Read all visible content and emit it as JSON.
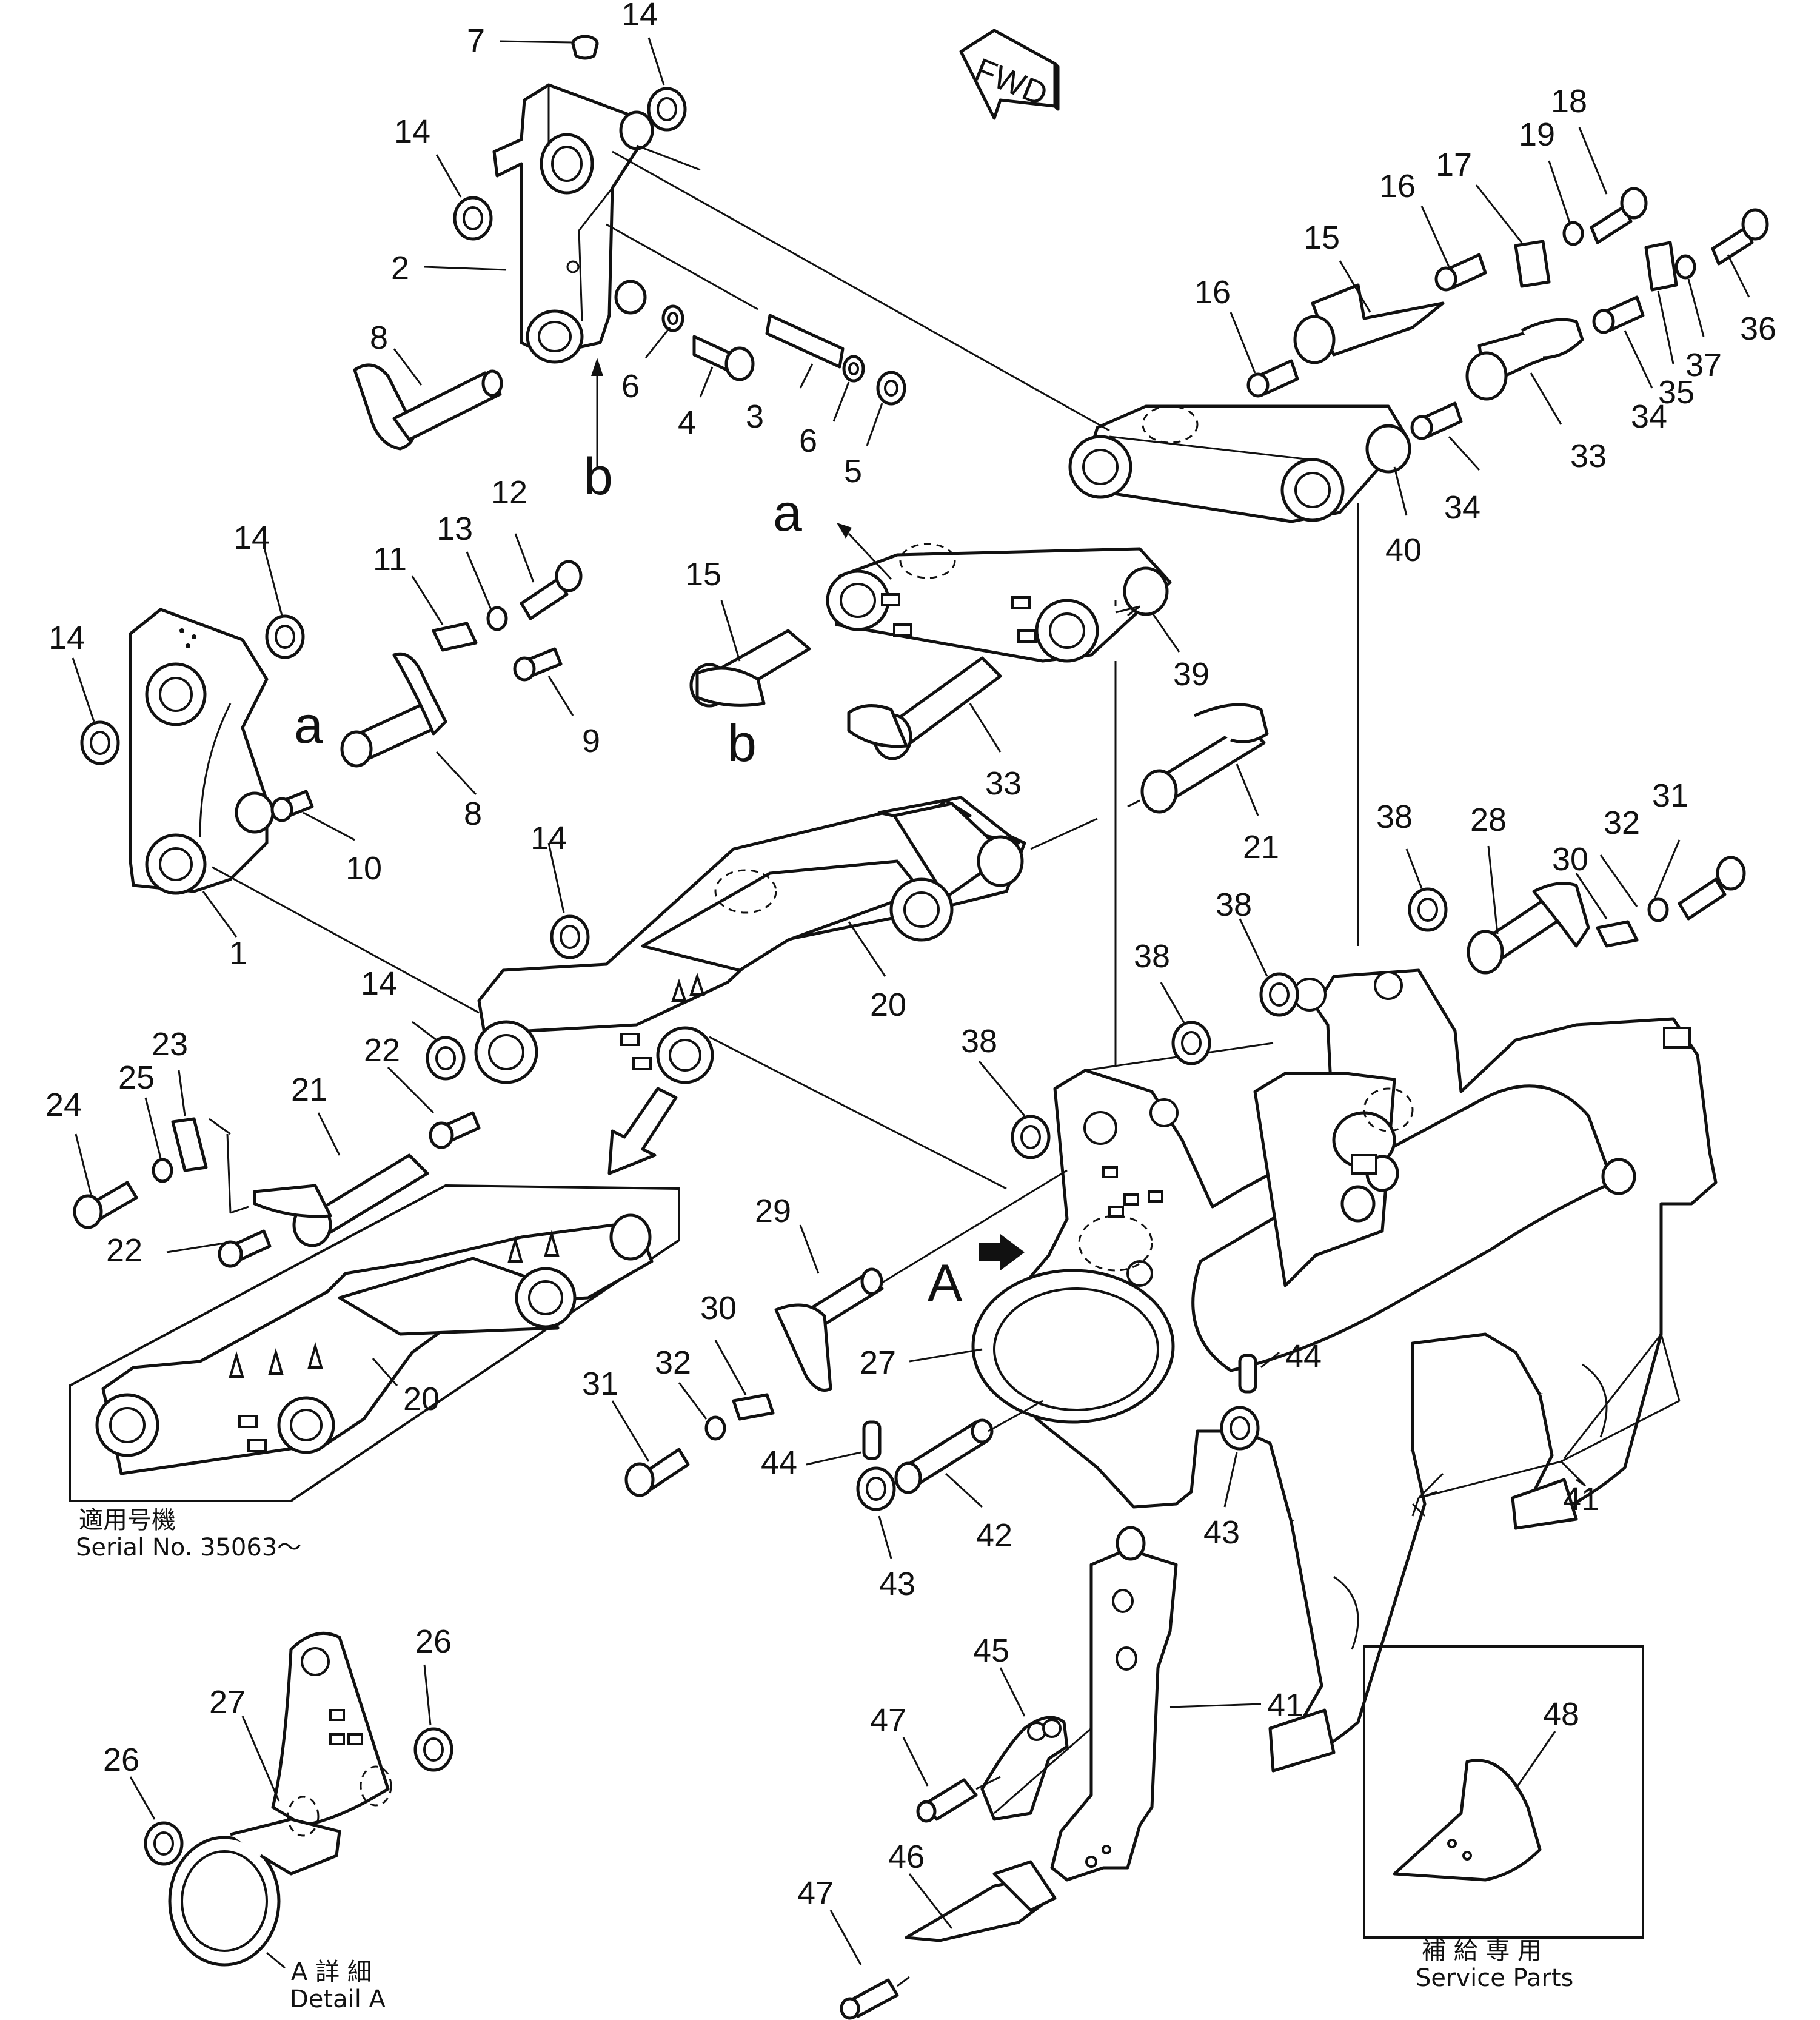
{
  "fwd_label": "FWD",
  "detail_letter": "A",
  "view_letters": {
    "a_upper": "a",
    "a_left": "a",
    "b_upper": "b",
    "b_mid": "b"
  },
  "notes": {
    "serial_jp": "適用号機",
    "serial_en": "Serial  No.  35063～",
    "detail_jp": "A  詳  細",
    "detail_en": "Detail  A",
    "service_jp": "補 給 専 用",
    "service_en": "Service  Parts"
  },
  "callouts": [
    {
      "n": "7"
    },
    {
      "n": "14"
    },
    {
      "n": "14"
    },
    {
      "n": "2"
    },
    {
      "n": "8"
    },
    {
      "n": "6"
    },
    {
      "n": "4"
    },
    {
      "n": "3"
    },
    {
      "n": "6"
    },
    {
      "n": "5"
    },
    {
      "n": "b"
    },
    {
      "n": "18"
    },
    {
      "n": "19"
    },
    {
      "n": "16"
    },
    {
      "n": "17"
    },
    {
      "n": "15"
    },
    {
      "n": "16"
    },
    {
      "n": "36"
    },
    {
      "n": "37"
    },
    {
      "n": "35"
    },
    {
      "n": "34"
    },
    {
      "n": "33"
    },
    {
      "n": "34"
    },
    {
      "n": "40"
    },
    {
      "n": "14"
    },
    {
      "n": "14"
    },
    {
      "n": "11"
    },
    {
      "n": "13"
    },
    {
      "n": "12"
    },
    {
      "n": "9"
    },
    {
      "n": "8"
    },
    {
      "n": "10"
    },
    {
      "n": "1"
    },
    {
      "n": "15"
    },
    {
      "n": "39"
    },
    {
      "n": "33"
    },
    {
      "n": "21"
    },
    {
      "n": "14"
    },
    {
      "n": "14"
    },
    {
      "n": "22"
    },
    {
      "n": "20"
    },
    {
      "n": "23"
    },
    {
      "n": "25"
    },
    {
      "n": "24"
    },
    {
      "n": "21"
    },
    {
      "n": "22"
    },
    {
      "n": "20"
    },
    {
      "n": "38"
    },
    {
      "n": "28"
    },
    {
      "n": "32"
    },
    {
      "n": "31"
    },
    {
      "n": "30"
    },
    {
      "n": "38"
    },
    {
      "n": "38"
    },
    {
      "n": "38"
    },
    {
      "n": "29"
    },
    {
      "n": "27"
    },
    {
      "n": "30"
    },
    {
      "n": "32"
    },
    {
      "n": "31"
    },
    {
      "n": "44"
    },
    {
      "n": "43"
    },
    {
      "n": "42"
    },
    {
      "n": "44"
    },
    {
      "n": "43"
    },
    {
      "n": "41"
    },
    {
      "n": "26"
    },
    {
      "n": "27"
    },
    {
      "n": "26"
    },
    {
      "n": "45"
    },
    {
      "n": "47"
    },
    {
      "n": "41"
    },
    {
      "n": "46"
    },
    {
      "n": "47"
    },
    {
      "n": "48"
    }
  ]
}
